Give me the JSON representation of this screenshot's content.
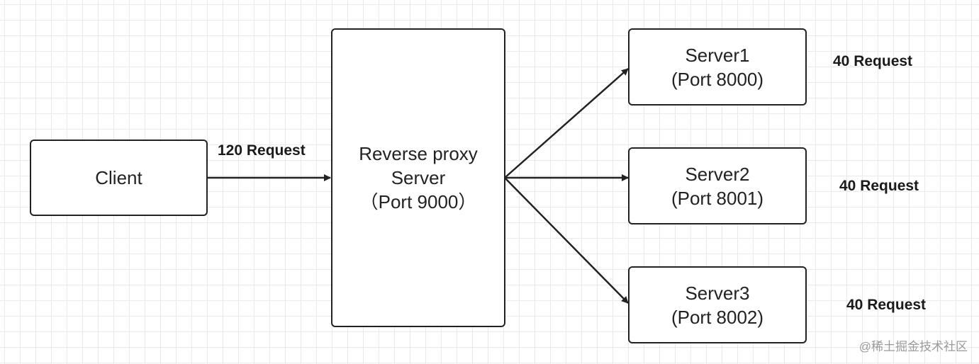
{
  "nodes": {
    "client": {
      "label": "Client"
    },
    "proxy": {
      "line1": "Reverse proxy",
      "line2": "Server",
      "line3": "（Port 9000）"
    },
    "server1": {
      "line1": "Server1",
      "line2": "(Port 8000)"
    },
    "server2": {
      "line1": "Server2",
      "line2": "(Port 8001)"
    },
    "server3": {
      "line1": "Server3",
      "line2": "(Port 8002)"
    }
  },
  "edges": {
    "client_to_proxy": "120 Request",
    "server1_count": "40 Request",
    "server2_count": "40 Request",
    "server3_count": "40 Request"
  },
  "watermark": "@稀土掘金技术社区"
}
